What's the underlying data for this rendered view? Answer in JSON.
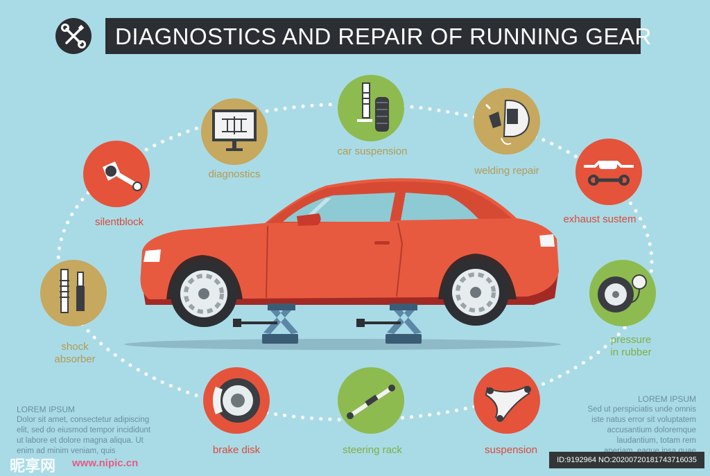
{
  "header": {
    "title": "DIAGNOSTICS AND REPAIR OF RUNNING GEAR",
    "badge_icon": "wrench-screwdriver-icon"
  },
  "colors": {
    "background": "#a9dbe6",
    "olive": "#c6a85e",
    "red": "#e5533b",
    "green": "#8dbb4f",
    "car_body": "#e85a3f",
    "title_bar": "#2b2e33"
  },
  "services": [
    {
      "label": "silentblock",
      "icon": "silentblock-icon",
      "color": "red"
    },
    {
      "label": "diagnostics",
      "icon": "diagnostics-monitor-icon",
      "color": "olive"
    },
    {
      "label": "car suspension",
      "icon": "car-suspension-icon",
      "color": "green"
    },
    {
      "label": "welding repair",
      "icon": "welding-mask-icon",
      "color": "olive"
    },
    {
      "label": "exhaust sustem",
      "icon": "exhaust-wrench-icon",
      "color": "red"
    },
    {
      "label": "shock\nabsorber",
      "icon": "shock-absorber-icon",
      "color": "olive"
    },
    {
      "label": "pressure\nin rubber",
      "icon": "tire-pressure-icon",
      "color": "green"
    },
    {
      "label": "brake disk",
      "icon": "brake-disk-icon",
      "color": "red"
    },
    {
      "label": "steering rack",
      "icon": "steering-rack-icon",
      "color": "green"
    },
    {
      "label": "suspension",
      "icon": "suspension-arm-icon",
      "color": "red"
    }
  ],
  "lorem_left": {
    "title": "LOREM IPSUM",
    "lines": [
      "Dolor sit amet, consectetur adipiscing",
      "elit, sed do eiusmod tempor incididunt",
      "ut labore et dolore magna aliqua. Ut",
      "enim ad minim veniam, quis"
    ]
  },
  "lorem_right": {
    "title": "LOREM IPSUM",
    "lines": [
      "Sed ut perspiciatis unde omnis",
      "iste natus error sit voluptatem",
      "accusantium doloremque",
      "laudantium, totam rem",
      "aperiam, eaque ipsa quae"
    ]
  },
  "watermarks": {
    "left_brand": "昵享网",
    "left_url": "www.nipic.cn",
    "right_id": "ID:9192964 NO:20200720181743716035"
  }
}
